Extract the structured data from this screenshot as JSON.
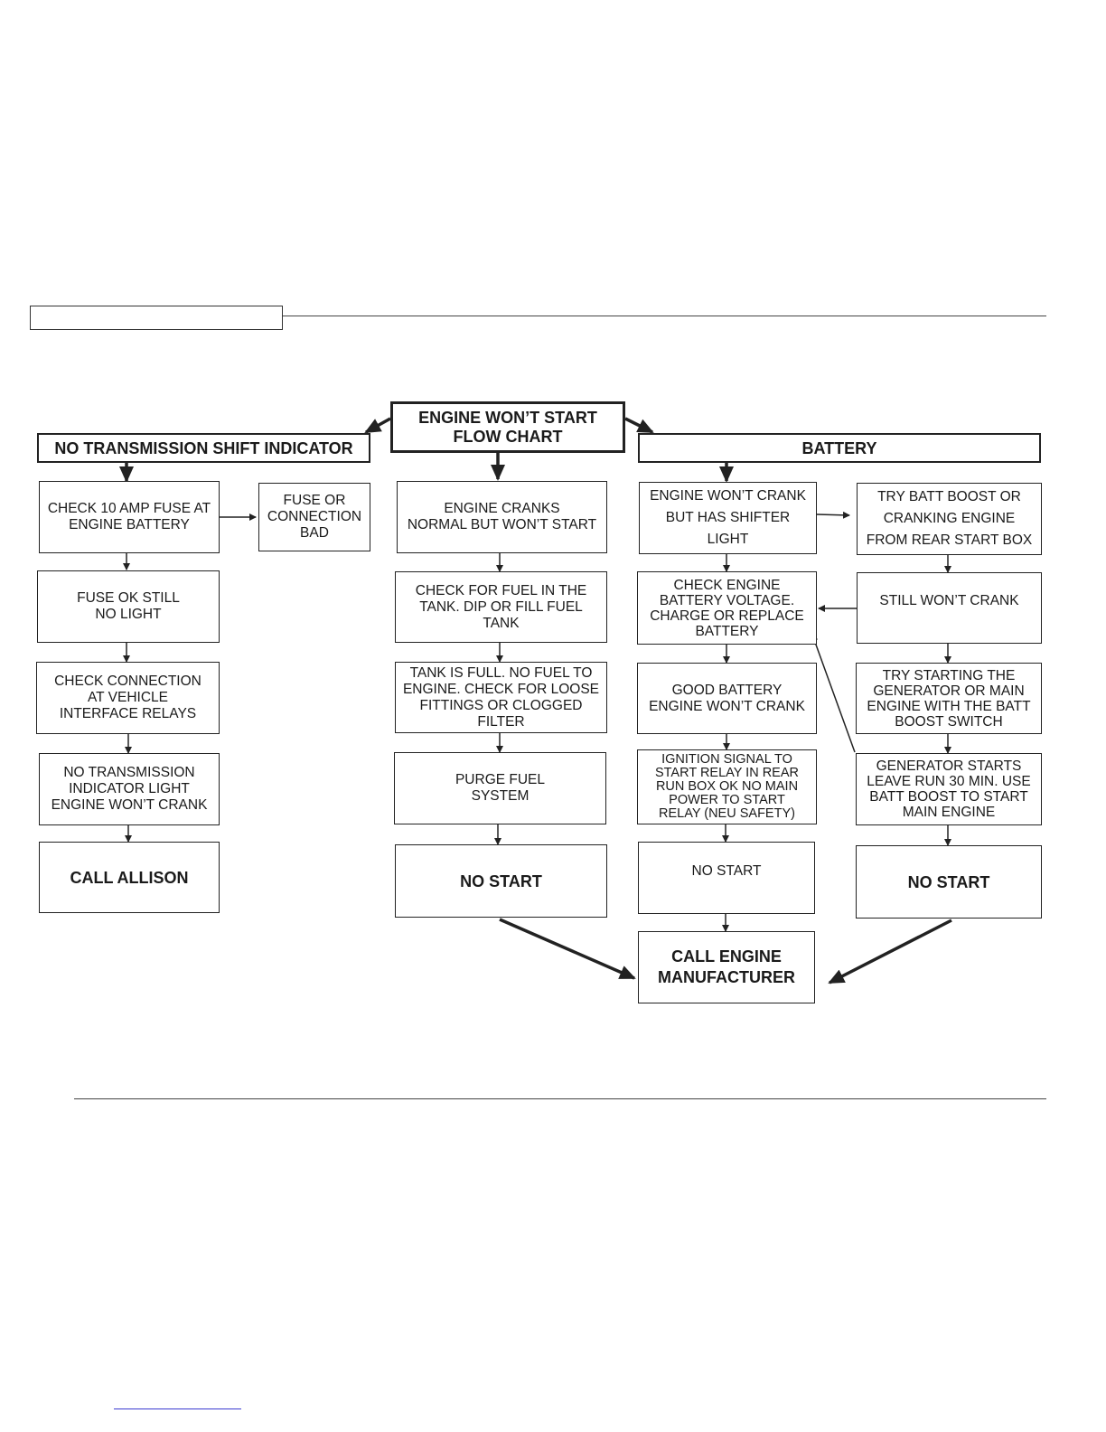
{
  "chart": {
    "title": "ENGINE WON’T START\nFLOW CHART",
    "transmission": {
      "header": "NO TRANSMISSION SHIFT INDICATOR",
      "steps": [
        "CHECK 10 AMP FUSE AT\nENGINE BATTERY",
        "FUSE OK STILL\nNO LIGHT",
        "CHECK CONNECTION\nAT VEHICLE\nINTERFACE RELAYS",
        "NO TRANSMISSION\nINDICATOR LIGHT\nENGINE WON’T CRANK",
        "CALL ALLISON"
      ],
      "side": "FUSE OR\nCONNECTION\nBAD"
    },
    "fuel": {
      "steps": [
        "ENGINE CRANKS\nNORMAL BUT WON’T START",
        "CHECK FOR FUEL IN THE\nTANK. DIP OR FILL FUEL\nTANK",
        "TANK IS FULL. NO FUEL TO\nENGINE. CHECK FOR LOOSE\nFITTINGS OR CLOGGED\nFILTER",
        "PURGE FUEL\nSYSTEM",
        "NO START"
      ]
    },
    "battery": {
      "header": "BATTERY",
      "left_steps": [
        "ENGINE WON’T CRANK\nBUT HAS SHIFTER\nLIGHT",
        "CHECK ENGINE\nBATTERY VOLTAGE.\nCHARGE OR REPLACE\nBATTERY",
        "GOOD BATTERY\nENGINE WON’T CRANK",
        "IGNITION SIGNAL TO\nSTART RELAY  IN REAR\nRUN BOX OK NO MAIN\nPOWER TO START\nRELAY (NEU SAFETY)",
        "NO START"
      ],
      "right_steps": [
        "TRY BATT BOOST OR\nCRANKING ENGINE\nFROM REAR START BOX",
        "STILL WON’T CRANK",
        "TRY STARTING THE\nGENERATOR OR MAIN\nENGINE WITH THE BATT\nBOOST SWITCH",
        "GENERATOR STARTS\nLEAVE RUN 30 MIN. USE\nBATT BOOST TO START\nMAIN ENGINE",
        "NO START"
      ]
    },
    "final": "CALL ENGINE\nMANUFACTURER"
  }
}
